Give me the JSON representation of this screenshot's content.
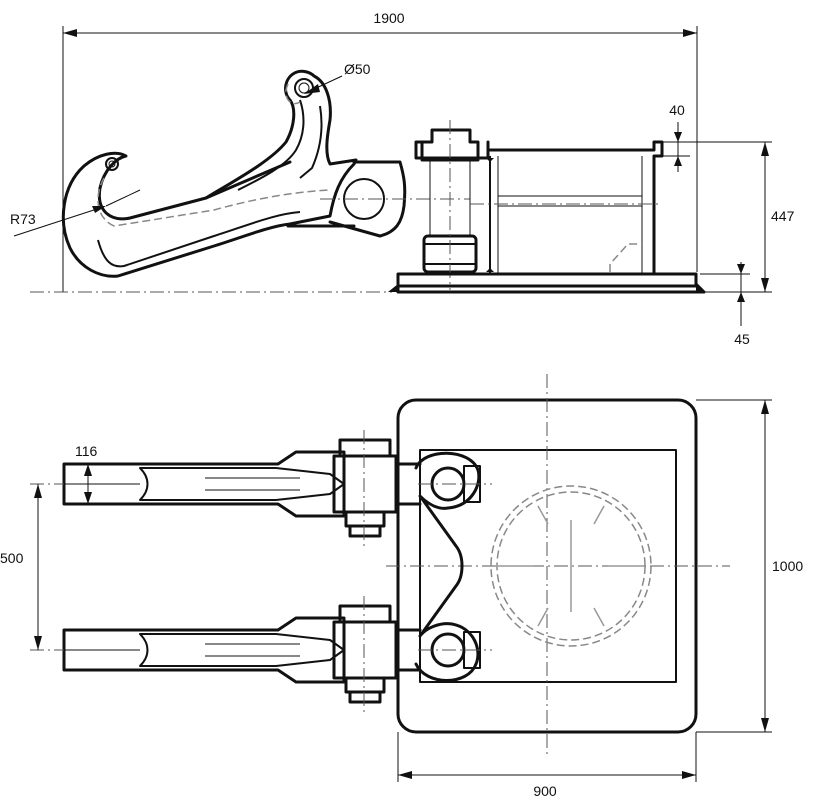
{
  "drawing": {
    "dimensions": {
      "overall_length": "1900",
      "hook_pin_diameter": "Ø50",
      "hook_radius": "R73",
      "top_offset": "40",
      "height": "447",
      "base_offset": "45",
      "hook_width": "116",
      "hook_spacing": "500",
      "base_depth": "1000",
      "base_width": "900"
    }
  }
}
